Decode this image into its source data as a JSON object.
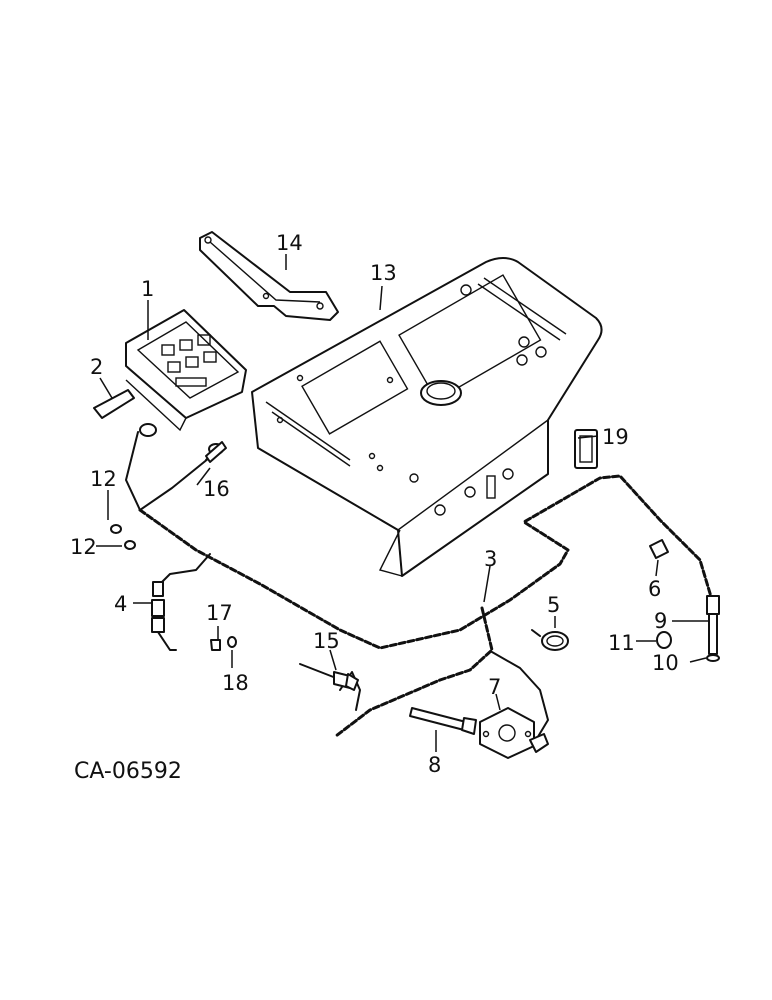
{
  "figure_id": "CA-06592",
  "callouts": {
    "c1": "1",
    "c2": "2",
    "c3": "3",
    "c4": "4",
    "c5": "5",
    "c6": "6",
    "c7": "7",
    "c8": "8",
    "c9": "9",
    "c10": "10",
    "c11": "11",
    "c12a": "12",
    "c12b": "12",
    "c13": "13",
    "c14": "14",
    "c15": "15",
    "c16": "16",
    "c17": "17",
    "c18": "18",
    "c19": "19"
  }
}
